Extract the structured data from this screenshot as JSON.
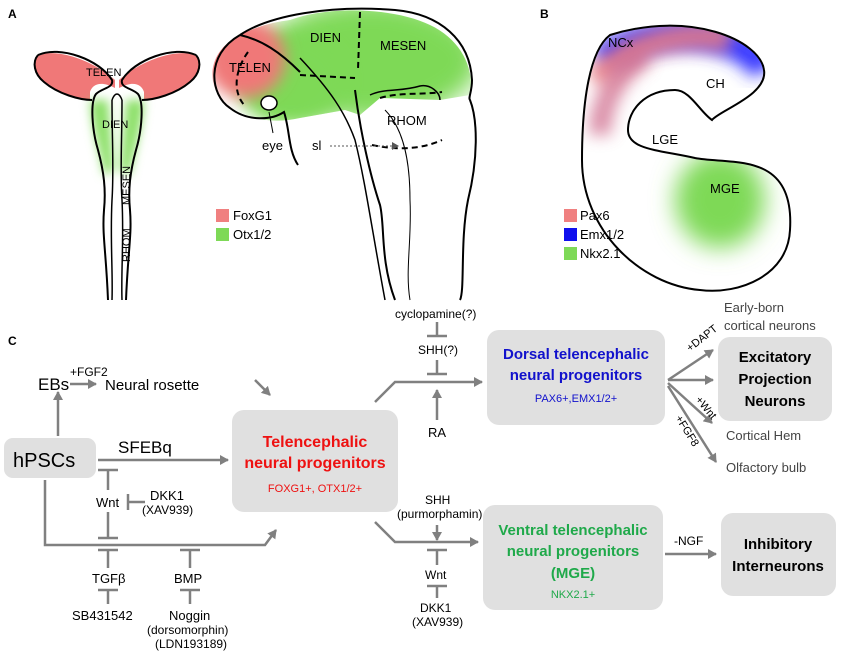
{
  "panels": {
    "a": "A",
    "b": "B",
    "c": "C"
  },
  "panel_a": {
    "flat": {
      "telen": "TELEN",
      "dien": "DIEN",
      "mesen": "MESEN",
      "rhom": "RHOM"
    },
    "side": {
      "telen": "TELEN",
      "dien": "DIEN",
      "mesen": "MESEN",
      "rhom": "RHOM",
      "eye": "eye",
      "sl": "sl"
    },
    "legend": [
      {
        "label": "FoxG1",
        "color": "#f08080"
      },
      {
        "label": "Otx1/2",
        "color": "#7ed957"
      }
    ]
  },
  "panel_b": {
    "labels": {
      "ncx": "NCx",
      "ch": "CH",
      "lge": "LGE",
      "mge": "MGE"
    },
    "legend": [
      {
        "label": "Pax6",
        "color": "#f08080"
      },
      {
        "label": "Emx1/2",
        "color": "#1010ee"
      },
      {
        "label": "Nkx2.1",
        "color": "#7ed957"
      }
    ]
  },
  "panel_c": {
    "hpscs": "hPSCs",
    "ebs": "EBs",
    "fgf2": "+FGF2",
    "rosette": "Neural rosette",
    "sfebq": "SFEBq",
    "wnt_left": "Wnt",
    "dkk1_left": "DKK1",
    "xav_left": "(XAV939)",
    "tgfb": "TGFβ",
    "sb": "SB431542",
    "bmp": "BMP",
    "noggin": "Noggin",
    "dorso": "(dorsomorphin)",
    "ldn": "(LDN193189)",
    "telen_title1": "Telencephalic",
    "telen_title2": "neural progenitors",
    "telen_markers": "FOXG1+, OTX1/2+",
    "cyclopamine": "cyclopamine(?)",
    "shh_q": "SHH(?)",
    "ra": "RA",
    "dorsal_title1": "Dorsal telencephalic",
    "dorsal_title2": "neural progenitors",
    "dorsal_markers": "PAX6+,EMX1/2+",
    "dapt": "+DAPT",
    "wnt_plus": "+Wnt",
    "fgf8": "+FGF8",
    "early_born1": "Early-born",
    "early_born2": "cortical neurons",
    "excit1": "Excitatory",
    "excit2": "Projection",
    "excit3": "Neurons",
    "cortical_hem": "Cortical Hem",
    "olfactory": "Olfactory bulb",
    "shh": "SHH",
    "purmorph": "(purmorphamin)",
    "wnt_bottom": "Wnt",
    "dkk1_bottom": "DKK1",
    "xav_bottom": "(XAV939)",
    "ventral_title1": "Ventral telencephalic",
    "ventral_title2": "neural progenitors",
    "ventral_title3": "(MGE)",
    "ventral_markers": "NKX2.1+",
    "ngf": "-NGF",
    "inhib1": "Inhibitory",
    "inhib2": "Interneurons"
  },
  "colors": {
    "arrow": "#808080",
    "box": "#e0e0e0",
    "red": "#ee1111",
    "blue": "#1111cc",
    "green": "#1fa94a"
  }
}
